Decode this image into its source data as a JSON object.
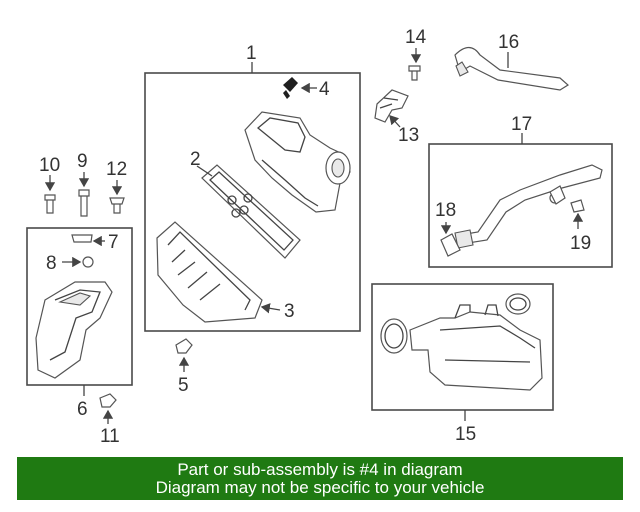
{
  "diagram": {
    "callouts": [
      "1",
      "2",
      "3",
      "4",
      "5",
      "6",
      "7",
      "8",
      "9",
      "10",
      "11",
      "12",
      "13",
      "14",
      "15",
      "16",
      "17",
      "18",
      "19"
    ],
    "highlight_color": "#1f1f1f",
    "arrow": "arrow-icon"
  },
  "banner": {
    "line1": "Part or sub-assembly is #4 in diagram",
    "line2": "Diagram may not be specific to your vehicle",
    "color": "#1f7a12"
  }
}
